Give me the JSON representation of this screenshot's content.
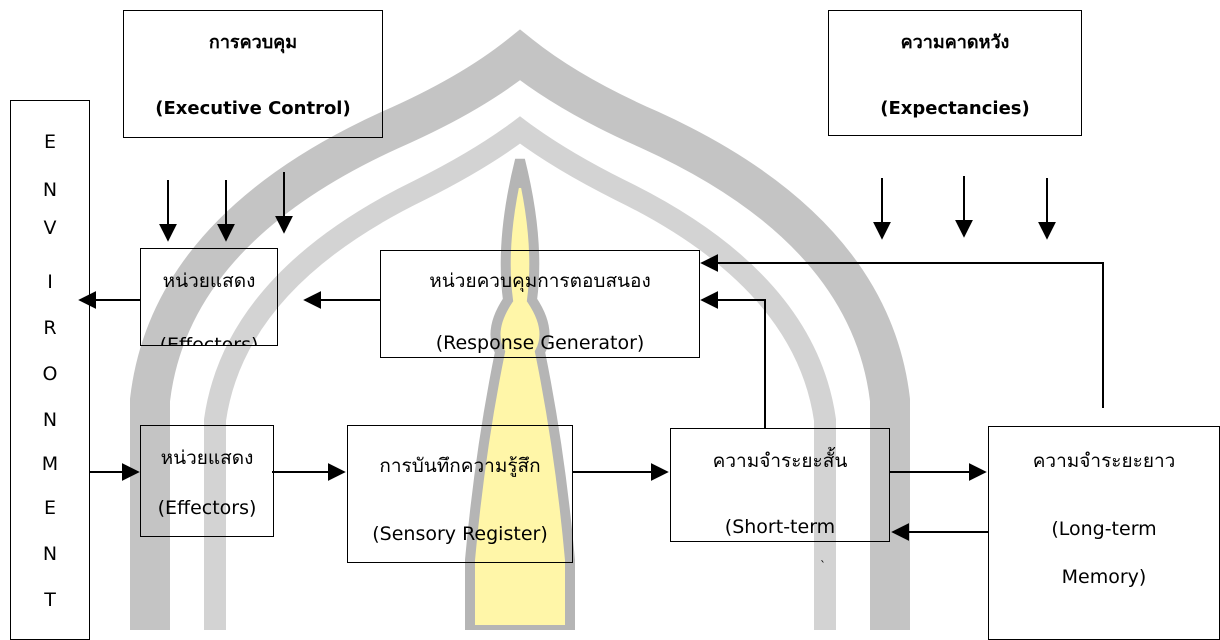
{
  "boxes": {
    "executive": {
      "line1": "การควบคุม",
      "line2": "(Executive Control)"
    },
    "expectancies": {
      "line1": "ความคาดหวัง",
      "line2": "(Expectancies)"
    },
    "effectors_top": {
      "line1": "หน่วยแสดง",
      "line2": "(Effectors)"
    },
    "response_generator": {
      "line1": "หน่วยควบคุมการตอบสนอง",
      "line2": "(Response Generator)"
    },
    "effectors_bottom": {
      "line1": "หน่วยแสดง",
      "line2": "(Effectors)"
    },
    "sensory_register": {
      "line1": "การบันทึกความรู้สึก",
      "line2": "(Sensory Register)"
    },
    "short_term": {
      "line1": "ความจำระยะสั้น",
      "line2": "(Short-term"
    },
    "long_term": {
      "line1": "ความจำระยะยาว",
      "line2": "(Long-term",
      "line3": "Memory)"
    }
  },
  "environment_letters": [
    "E",
    "N",
    "V",
    "I",
    "R",
    "O",
    "N",
    "M",
    "E",
    "N",
    "T"
  ],
  "colors": {
    "line": "#000000",
    "watermark_gray": "#b5b5b5",
    "watermark_yellow": "#fff6a8"
  }
}
